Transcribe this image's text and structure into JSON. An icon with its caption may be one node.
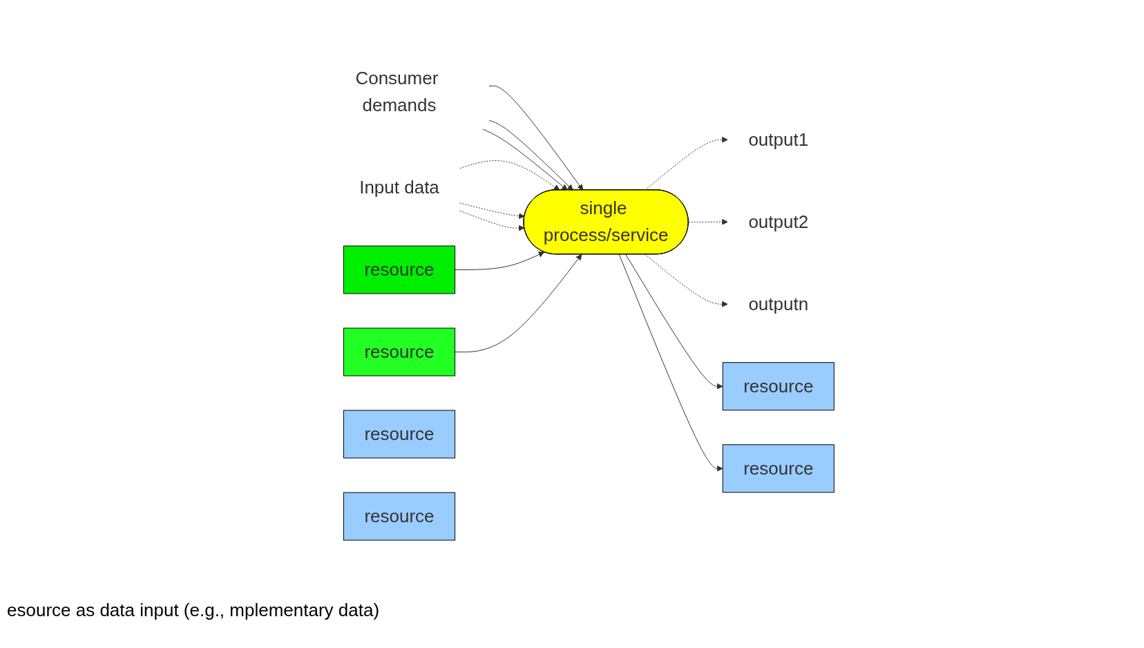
{
  "diagram": {
    "nodes": [
      {
        "text": [
          "Consumer demands"
        ]
      },
      {
        "text": [
          "Input data"
        ]
      },
      {
        "text": [
          "single process/service"
        ]
      },
      {
        "text": [
          "output1"
        ]
      },
      {
        "text": [
          "output2"
        ]
      },
      {
        "text": [
          "outputn"
        ]
      },
      {
        "text": [
          "resource"
        ]
      },
      {
        "text": [
          "resource"
        ]
      },
      {
        "text": [
          "resource"
        ]
      },
      {
        "text": [
          "resource"
        ]
      },
      {
        "text": [
          "resource"
        ]
      },
      {
        "text": [
          "resource"
        ]
      }
    ],
    "edges": [
      {
        "from": 0,
        "to": 2,
        "arrow": "to"
      },
      {
        "from": 0,
        "to": 2,
        "arrow": "to"
      },
      {
        "from": 0,
        "to": 2,
        "arrow": "to"
      },
      {
        "from": 1,
        "to": 2,
        "arrow": "to",
        "style": "dashed"
      },
      {
        "from": 1,
        "to": 2,
        "arrow": "to",
        "style": "dashed"
      },
      {
        "from": 1,
        "to": 2,
        "arrow": "to",
        "style": "dashed"
      },
      {
        "from": 2,
        "to": 3,
        "arrow": "to",
        "style": "dashed"
      },
      {
        "from": 2,
        "to": 4,
        "arrow": "to",
        "style": "dashed"
      },
      {
        "from": 2,
        "to": 5,
        "arrow": "to",
        "style": "dashed"
      },
      {
        "from": 6,
        "to": 2,
        "arrow": "to"
      },
      {
        "from": 7,
        "to": 2,
        "arrow": "to"
      },
      {
        "from": 2,
        "to": 8,
        "arrow": "to"
      },
      {
        "from": 2,
        "to": 9,
        "arrow": "to"
      }
    ],
    "labels": [
      "esource as data input (e.g., mplementary data)"
    ]
  }
}
